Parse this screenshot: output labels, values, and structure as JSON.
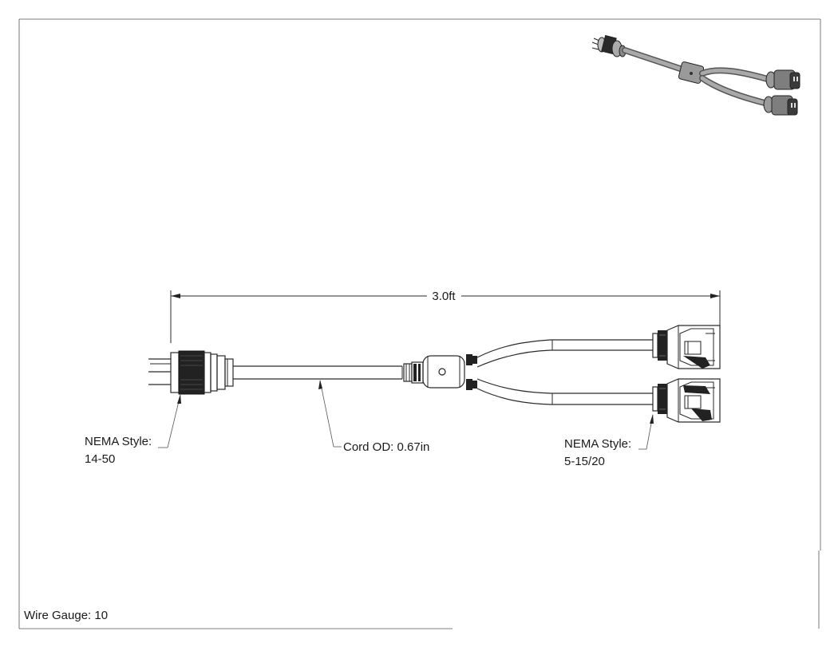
{
  "drawing": {
    "overall_length": "3.0ft",
    "plug": {
      "label_line1": "NEMA Style:",
      "label_line2": "14-50"
    },
    "cord": {
      "label": "Cord OD: 0.67in"
    },
    "receptacle": {
      "label_line1": "NEMA Style:",
      "label_line2": "5-15/20"
    },
    "wire_gauge": "Wire Gauge: 10"
  },
  "thumbnail": {
    "icon": "y-splitter-cord-isometric-icon"
  }
}
